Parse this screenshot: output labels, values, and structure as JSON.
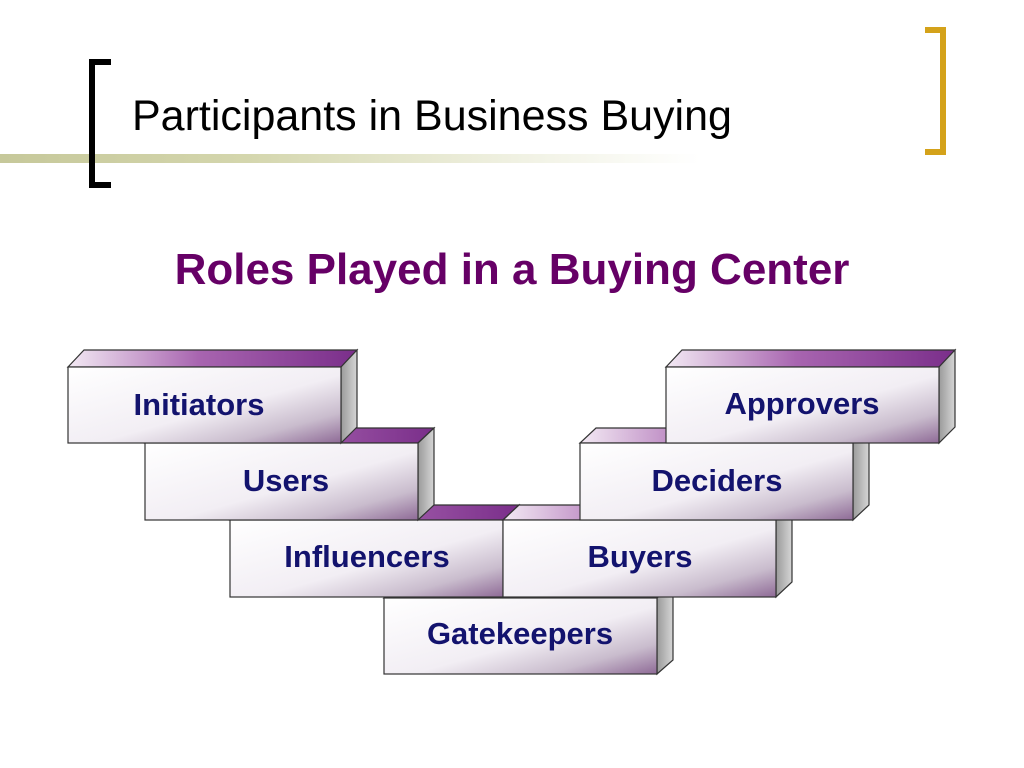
{
  "slide": {
    "title": "Participants in Business Buying",
    "subtitle": "Roles Played in a Buying Center"
  },
  "colors": {
    "title_text": "#000000",
    "subtitle_text": "#660066",
    "label_text": "#13136e",
    "left_bracket": "#000000",
    "right_bracket": "#d4a21a",
    "header_rule": "#c6c89a",
    "brick_top": "#7a2e8a",
    "brick_side": "#b9b9b9"
  },
  "roles": [
    {
      "id": "initiators",
      "label": "Initiators"
    },
    {
      "id": "users",
      "label": "Users"
    },
    {
      "id": "influencers",
      "label": "Influencers"
    },
    {
      "id": "gatekeepers",
      "label": "Gatekeepers"
    },
    {
      "id": "buyers",
      "label": "Buyers"
    },
    {
      "id": "deciders",
      "label": "Deciders"
    },
    {
      "id": "approvers",
      "label": "Approvers"
    }
  ]
}
